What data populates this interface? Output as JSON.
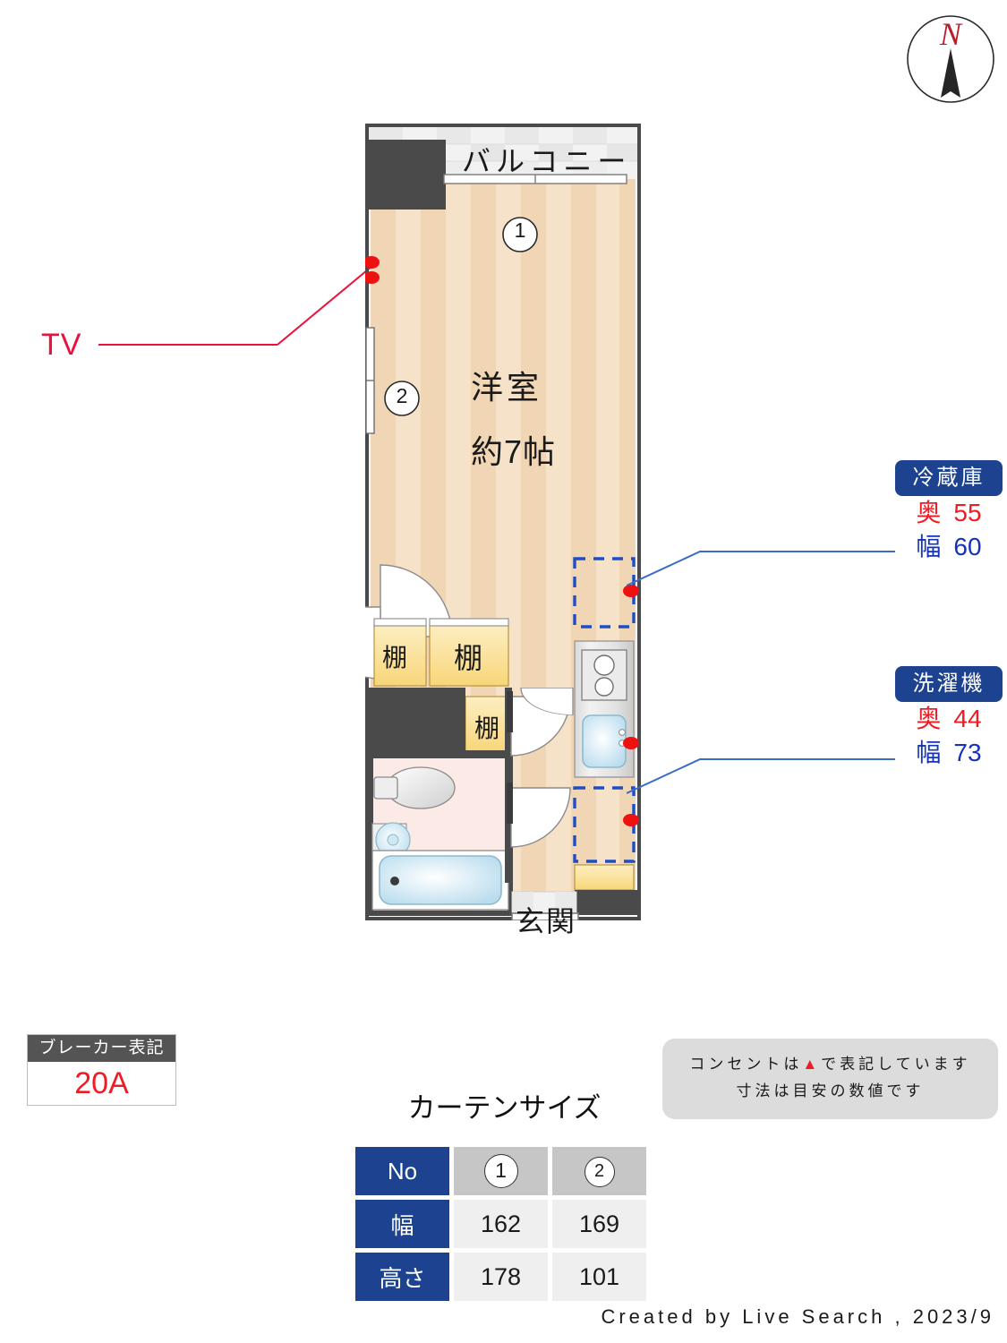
{
  "compass": {
    "label": "N",
    "name": "north-arrow"
  },
  "tv": {
    "label": "TV"
  },
  "plan": {
    "balcony_label": "バルコニー",
    "room_label": "洋室",
    "room_size": "約7帖",
    "entrance_label": "玄関",
    "shelf_label_1": "棚",
    "shelf_label_2": "棚",
    "shelf_label_3": "棚",
    "window_1": "1",
    "window_2": "2"
  },
  "callouts": {
    "fridge": {
      "title": "冷蔵庫",
      "depth_key": "奥",
      "depth_value": "55",
      "width_key": "幅",
      "width_value": "60"
    },
    "washer": {
      "title": "洗濯機",
      "depth_key": "奥",
      "depth_value": "44",
      "width_key": "幅",
      "width_value": "73"
    }
  },
  "breaker": {
    "title": "ブレーカー表記",
    "value": "20A"
  },
  "note": {
    "line1_pre": "コンセントは",
    "line1_tri": "▲",
    "line1_post": "で表記しています",
    "line2": "寸法は目安の数値です"
  },
  "curtain": {
    "title": "カーテンサイズ",
    "row_headers": [
      "No",
      "幅",
      "高さ"
    ],
    "columns": [
      "1",
      "2"
    ],
    "width_values": [
      "162",
      "169"
    ],
    "height_values": [
      "178",
      "101"
    ]
  },
  "footer": {
    "text": "Created by Live Search , 2023/9"
  },
  "colors": {
    "accent_blue": "#1d4390",
    "depth_red": "#ee1c25",
    "width_blue": "#1433b8",
    "wall_dark": "#4a4a4a",
    "floor": "#f6e2c8",
    "shelf": "#fbe3a0"
  }
}
